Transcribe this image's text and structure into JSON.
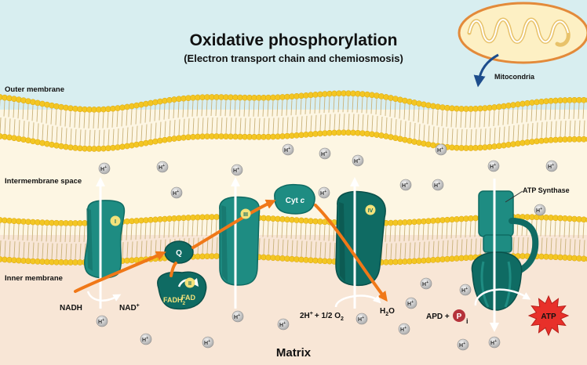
{
  "title": "Oxidative phosphorylation",
  "subtitle": "(Electron transport chain and chemiosmosis)",
  "regions": {
    "outer_membrane": "Outer membrane",
    "intermembrane_space": "Intermembrane space",
    "inner_membrane": "Inner membrane",
    "matrix": "Matrix"
  },
  "mitochondria_label": "Mitocondria",
  "complexes": {
    "c1": "I",
    "c2": "II",
    "c3": "III",
    "c4": "IV",
    "q": "Q",
    "cyt": "Cyt",
    "cyt_italic": "c",
    "atp_synthase": "ATP Synthase"
  },
  "molecules": {
    "nadh": "NADH",
    "nad": "NAD",
    "nad_sup": "+",
    "fadh": "FADH",
    "fadh_sub": "2",
    "fad": "FAD",
    "h_ion": "H",
    "h_sup": "+",
    "oxygen_a": "2H",
    "oxygen_b": "+ 1/2 O",
    "oxygen_sub": "2",
    "water_a": "H",
    "water_sub": "2",
    "water_b": "O",
    "apd": "APD +",
    "pi": "P",
    "pi_sub": "i",
    "atp": "ATP"
  },
  "colors": {
    "protein": "#1e8c82",
    "protein_dark": "#0f6b63",
    "electron_path": "#f07818",
    "lipid_head": "#f3c623",
    "cytosol": "#d8eef0",
    "intermembrane": "#fdf6e3",
    "matrix": "#f8e6d6",
    "atp_star": "#e8302a",
    "pi_circle": "#b5323a"
  }
}
